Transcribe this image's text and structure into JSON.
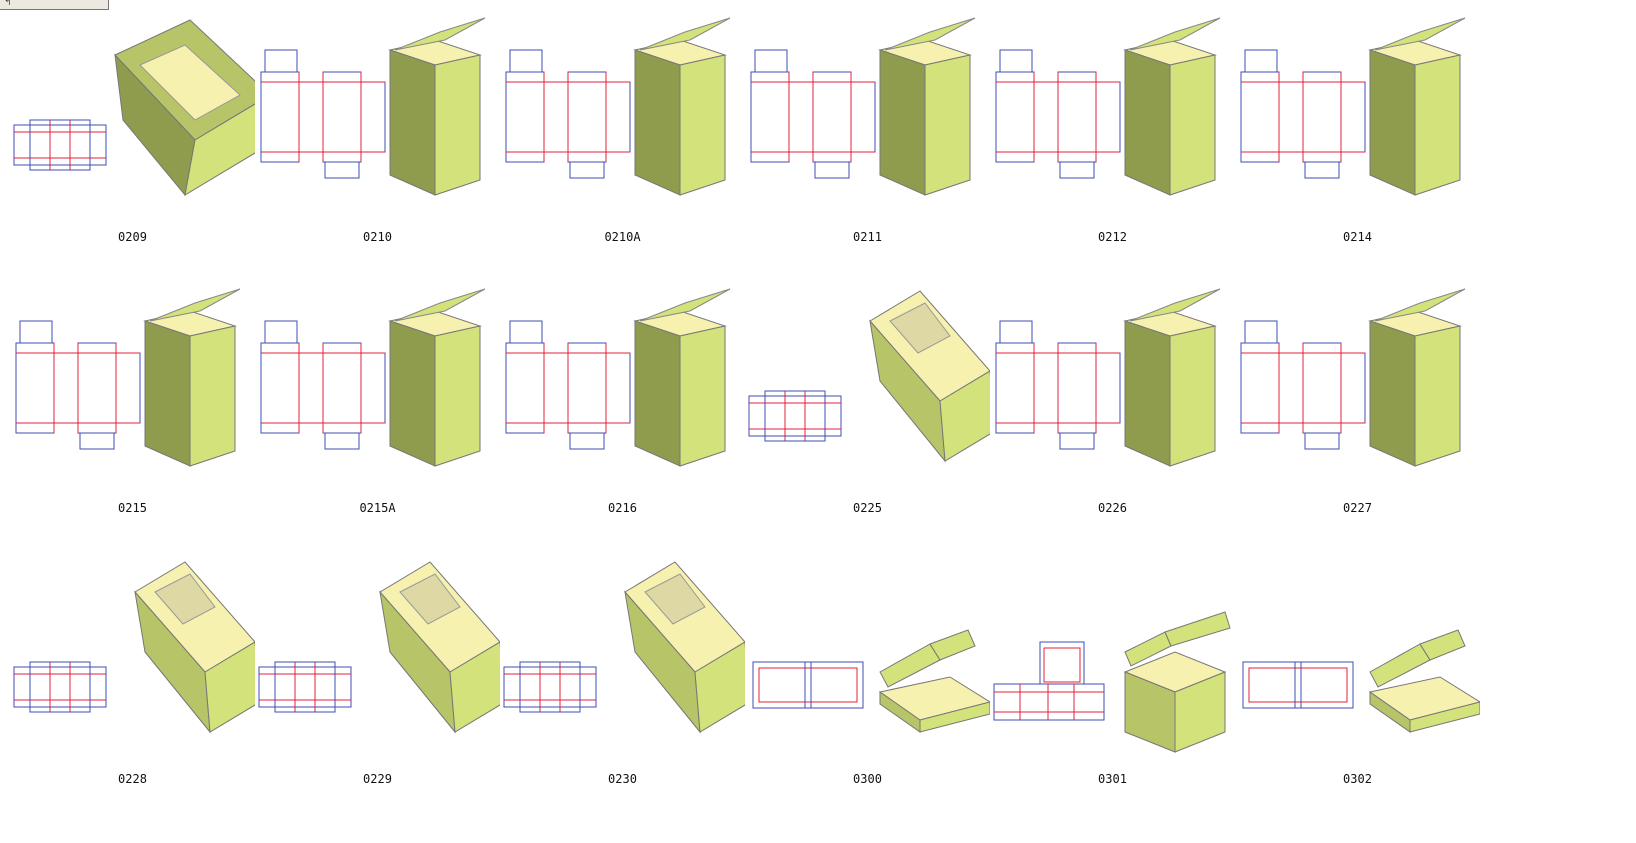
{
  "toolbar": {
    "icon": "folder-up-icon"
  },
  "palette": {
    "cut_line": "#e4203a",
    "crease_line": "#3f4fb4",
    "fold_line": "#2f8fd0",
    "box_light": "#d3e27a",
    "box_mid": "#b8c468",
    "box_dark": "#8f9c4e",
    "box_inside": "#f7f1b0",
    "box_shadow": "#ddd8a4"
  },
  "items": [
    {
      "code": "0209",
      "style": "tray"
    },
    {
      "code": "0210",
      "style": "tall"
    },
    {
      "code": "0210A",
      "style": "tall"
    },
    {
      "code": "0211",
      "style": "tall"
    },
    {
      "code": "0212",
      "style": "tall"
    },
    {
      "code": "0214",
      "style": "tall"
    },
    {
      "code": "0215",
      "style": "tall"
    },
    {
      "code": "0215A",
      "style": "tall"
    },
    {
      "code": "0216",
      "style": "tall"
    },
    {
      "code": "0225",
      "style": "tilted"
    },
    {
      "code": "0226",
      "style": "tall"
    },
    {
      "code": "0227",
      "style": "tall"
    },
    {
      "code": "0228",
      "style": "tilted"
    },
    {
      "code": "0229",
      "style": "tilted"
    },
    {
      "code": "0230",
      "style": "tilted"
    },
    {
      "code": "0300",
      "style": "flat"
    },
    {
      "code": "0301",
      "style": "cube"
    },
    {
      "code": "0302",
      "style": "flat"
    }
  ]
}
